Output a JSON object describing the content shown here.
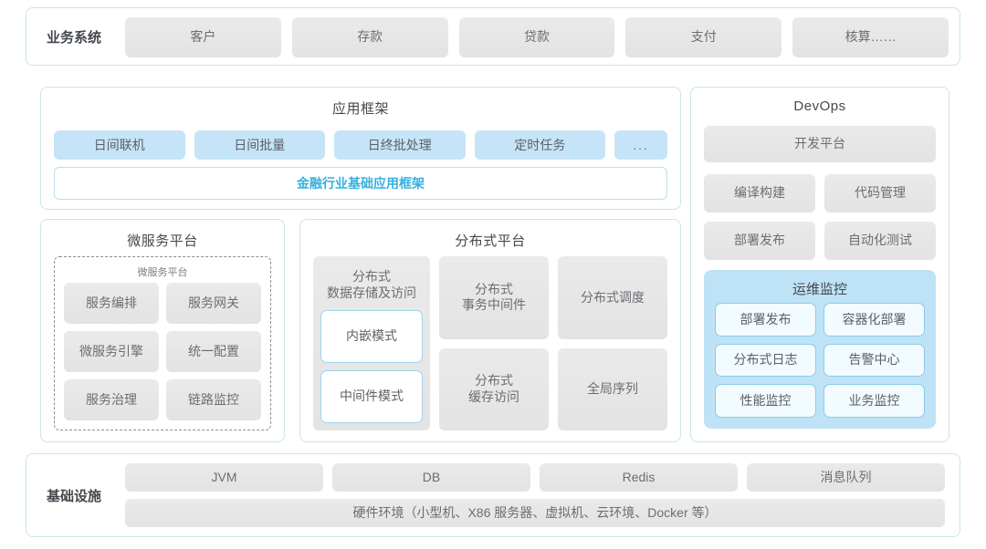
{
  "business": {
    "label": "业务系统",
    "items": [
      "客户",
      "存款",
      "贷款",
      "支付",
      "核算……"
    ]
  },
  "app_framework": {
    "title": "应用框架",
    "items": [
      "日间联机",
      "日间批量",
      "日终批处理",
      "定时任务"
    ],
    "ellipsis": "...",
    "base_framework": "金融行业基础应用框架"
  },
  "microservice": {
    "title": "微服务平台",
    "inner_title": "微服务平台",
    "items": [
      "服务编排",
      "服务网关",
      "微服务引擎",
      "统一配置",
      "服务治理",
      "链路监控"
    ]
  },
  "distributed": {
    "title": "分布式平台",
    "left_column": {
      "title": "分布式\n数据存储及访问",
      "modes": [
        "内嵌模式",
        "中间件模式"
      ]
    },
    "right_items": [
      "分布式\n事务中间件",
      "分布式调度",
      "分布式\n缓存访问",
      "全局序列"
    ]
  },
  "devops": {
    "title": "DevOps",
    "platform": "开发平台",
    "items": [
      "编译构建",
      "代码管理",
      "部署发布",
      "自动化测试"
    ],
    "ops": {
      "title": "运维监控",
      "items": [
        "部署发布",
        "容器化部署",
        "分布式日志",
        "告警中心",
        "性能监控",
        "业务监控"
      ]
    }
  },
  "infrastructure": {
    "label": "基础设施",
    "items": [
      "JVM",
      "DB",
      "Redis",
      "消息队列"
    ],
    "hardware": "硬件环境（小型机、X86 服务器、虚拟机、云环境、Docker 等）"
  },
  "colors": {
    "panel_border": "#c9e6ea",
    "chip_gray": "#e6e6e6",
    "chip_blue": "#c5e4f7",
    "accent_text": "#35b0e0",
    "ops_panel": "#bfe3f6"
  }
}
